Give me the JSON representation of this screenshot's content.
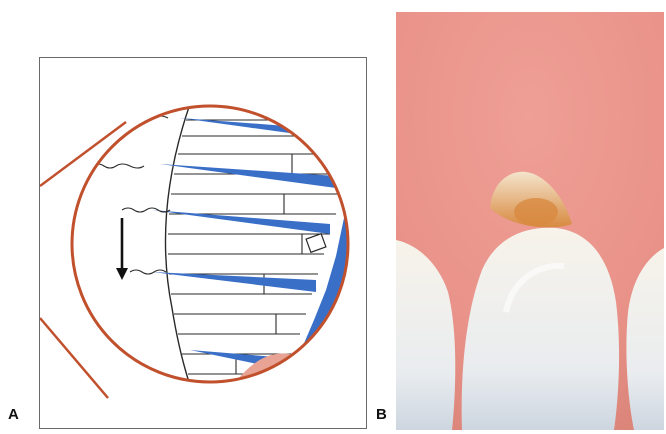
{
  "figure": {
    "panels": [
      {
        "label": "A",
        "kind": "schematic"
      },
      {
        "label": "B",
        "kind": "clinical-photograph"
      }
    ]
  },
  "colors": {
    "magnifier_ring": "#c1502d",
    "bone_blue": "#3a6fc8",
    "gingiva_pink": "#e8958c",
    "tooth_white": "#f4f2ec",
    "arrow": "#111111"
  }
}
